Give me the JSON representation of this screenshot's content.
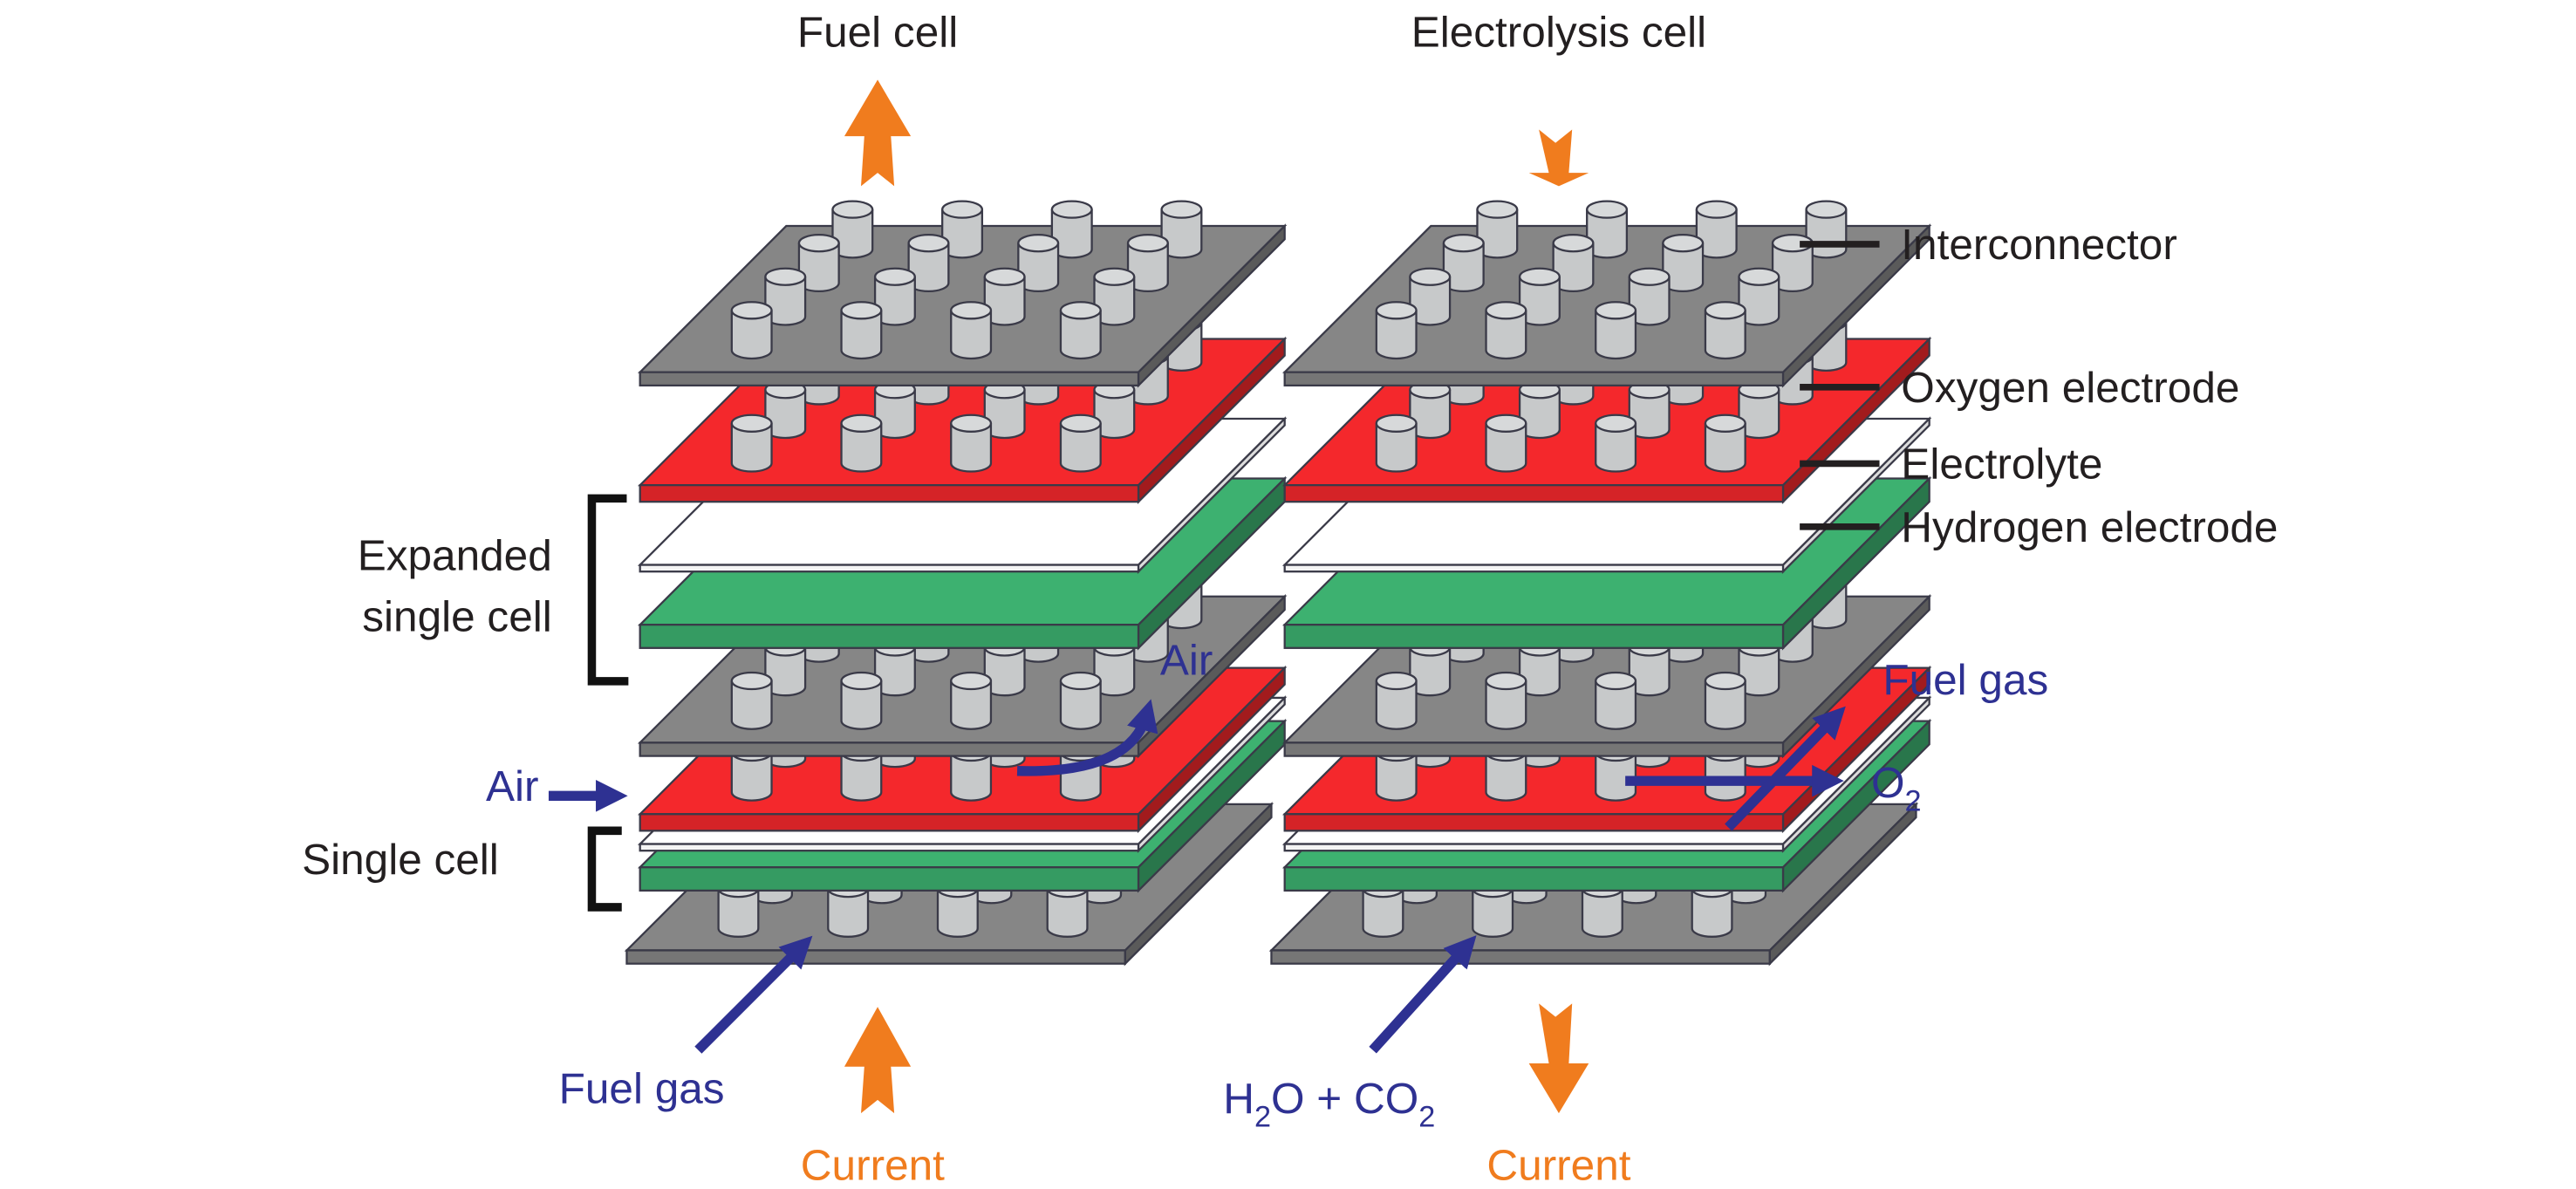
{
  "titles": {
    "fuel_cell": "Fuel cell",
    "electrolysis_cell": "Electrolysis cell"
  },
  "legend": {
    "interconnector": "Interconnector",
    "oxygen_electrode": "Oxygen electrode",
    "electrolyte": "Electrolyte",
    "hydrogen_electrode": "Hydrogen electrode"
  },
  "left_stack": {
    "expanded_line1": "Expanded",
    "expanded_line2": "single cell",
    "single_cell": "Single cell",
    "air_in": "Air",
    "air_out": "Air",
    "fuel_gas": "Fuel gas",
    "current": "Current",
    "current_direction": "up"
  },
  "right_stack": {
    "fuel_gas_out": "Fuel gas",
    "o2_main": "O",
    "o2_sub": "2",
    "h2o_h": "H",
    "h2o_sub": "2",
    "h2o_rest": "O + CO",
    "co2_sub": "2",
    "current": "Current",
    "current_direction": "down"
  },
  "layers_top_to_bottom": [
    "interconnector",
    "oxygen_electrode",
    "electrolyte",
    "hydrogen_electrode",
    "interconnector",
    "oxygen_electrode",
    "electrolyte",
    "hydrogen_electrode",
    "interconnector"
  ],
  "colors": {
    "interconnector": "#808080",
    "oxygen_electrode": "#e8262a",
    "electrolyte": "#ffffff",
    "hydrogen_electrode": "#3aa96b",
    "pillar": "#c7c9ca",
    "gas_arrow": "#2e3192",
    "current_arrow": "#f07c1e",
    "text": "#231f20"
  }
}
